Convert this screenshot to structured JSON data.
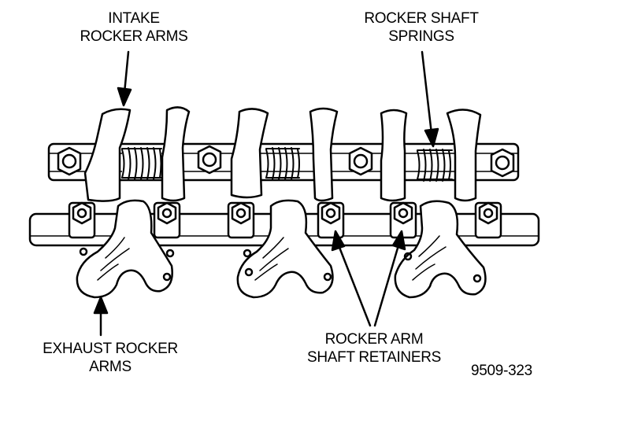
{
  "labels": {
    "intake": {
      "line1": "INTAKE",
      "line2": "ROCKER ARMS"
    },
    "springs": {
      "line1": "ROCKER SHAFT",
      "line2": "SPRINGS"
    },
    "exhaust": {
      "line1": "EXHAUST ROCKER",
      "line2": "ARMS"
    },
    "retainers": {
      "line1": "ROCKER ARM",
      "line2": "SHAFT RETAINERS"
    },
    "figure_number": "9509-323"
  },
  "colors": {
    "ink": "#000000",
    "paper": "#ffffff"
  }
}
